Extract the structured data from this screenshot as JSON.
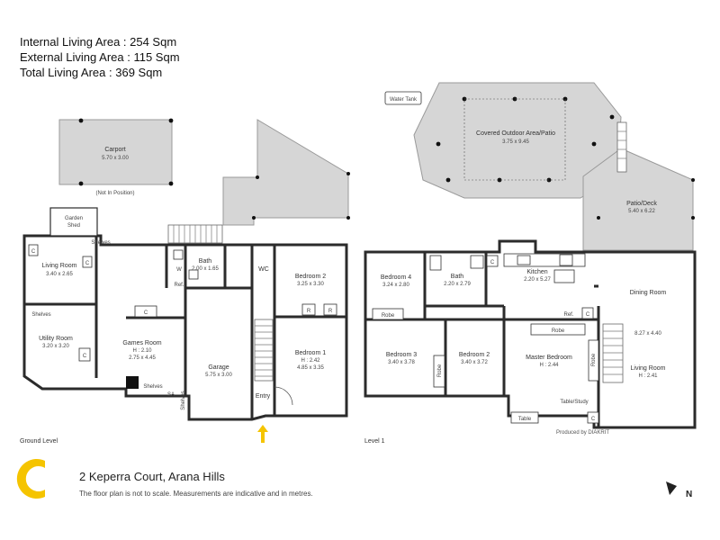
{
  "areas": {
    "internal": "Internal Living Area : 254 Sqm",
    "external": "External Living Area : 115 Sqm",
    "total": "Total Living Area : 369 Sqm"
  },
  "ground": {
    "level_label": "Ground Level",
    "carport_name": "Carport",
    "carport_dims": "5.70 x 3.00",
    "not_in_position": "(Not In Position)",
    "garden_shed": "Garden",
    "garden_shed2": "Shed",
    "living_name": "Living Room",
    "living_dims": "3.40 x 2.65",
    "shelves1": "Shelves",
    "shelves2": "Shelves",
    "shelves3": "Shelves",
    "shelves4": "Shelves",
    "utility_name": "Utility Room",
    "utility_dims": "3.20 x 3.20",
    "games_name": "Games Room",
    "games_h": "H : 2.10",
    "games_dims": "2.75 x 4.45",
    "bath_name": "Bath",
    "bath_dims": "2.00 x 1.65",
    "wc": "WC",
    "garage_name": "Garage",
    "garage_dims": "5.75 x 3.00",
    "bedroom2_name": "Bedroom 2",
    "bedroom2_dims": "3.25 x 3.30",
    "bedroom1_name": "Bedroom 1",
    "bedroom1_h": "H : 2.42",
    "bedroom1_dims": "4.85 x 3.35",
    "entry": "Entry",
    "sa": "SA",
    "c": "C",
    "w": "W",
    "ref": "Ref.",
    "r": "R"
  },
  "level1": {
    "level_label": "Level 1",
    "water_tank": "Water Tank",
    "covered_name": "Covered Outdoor Area/Patio",
    "covered_dims": "3.75 x 9.45",
    "patio_name": "Patio/Deck",
    "patio_dims": "5.40 x 6.22",
    "bedroom4_name": "Bedroom 4",
    "bedroom4_dims": "3.24 x 2.80",
    "bath_name": "Bath",
    "bath_dims": "2.20 x 2.79",
    "kitchen_name": "Kitchen",
    "kitchen_dims": "2.20 x 5.27",
    "dining_name": "Dining Room",
    "dining_dims": "8.27 x 4.40",
    "living_name": "Living Room",
    "living_h": "H : 2.41",
    "bedroom3_name": "Bedroom 3",
    "bedroom3_dims": "3.40 x 3.78",
    "bedroom2_name": "Bedroom 2",
    "bedroom2_dims": "3.40 x 3.72",
    "master_name": "Master Bedroom",
    "master_h": "H : 2.44",
    "robe": "Robe",
    "table_study": "Table/Study",
    "table": "Table",
    "c": "C",
    "ref": "Ref."
  },
  "produced_by": "Produced by DIAKRIT",
  "address": "2 Keperra Court, Arana Hills",
  "disclaimer": "The floor plan is not to scale. Measurements are indicative and in metres.",
  "north": "N",
  "colors": {
    "brand": "#f5c400",
    "outdoor": "#d6d6d6",
    "wall": "#2b2b2b"
  }
}
